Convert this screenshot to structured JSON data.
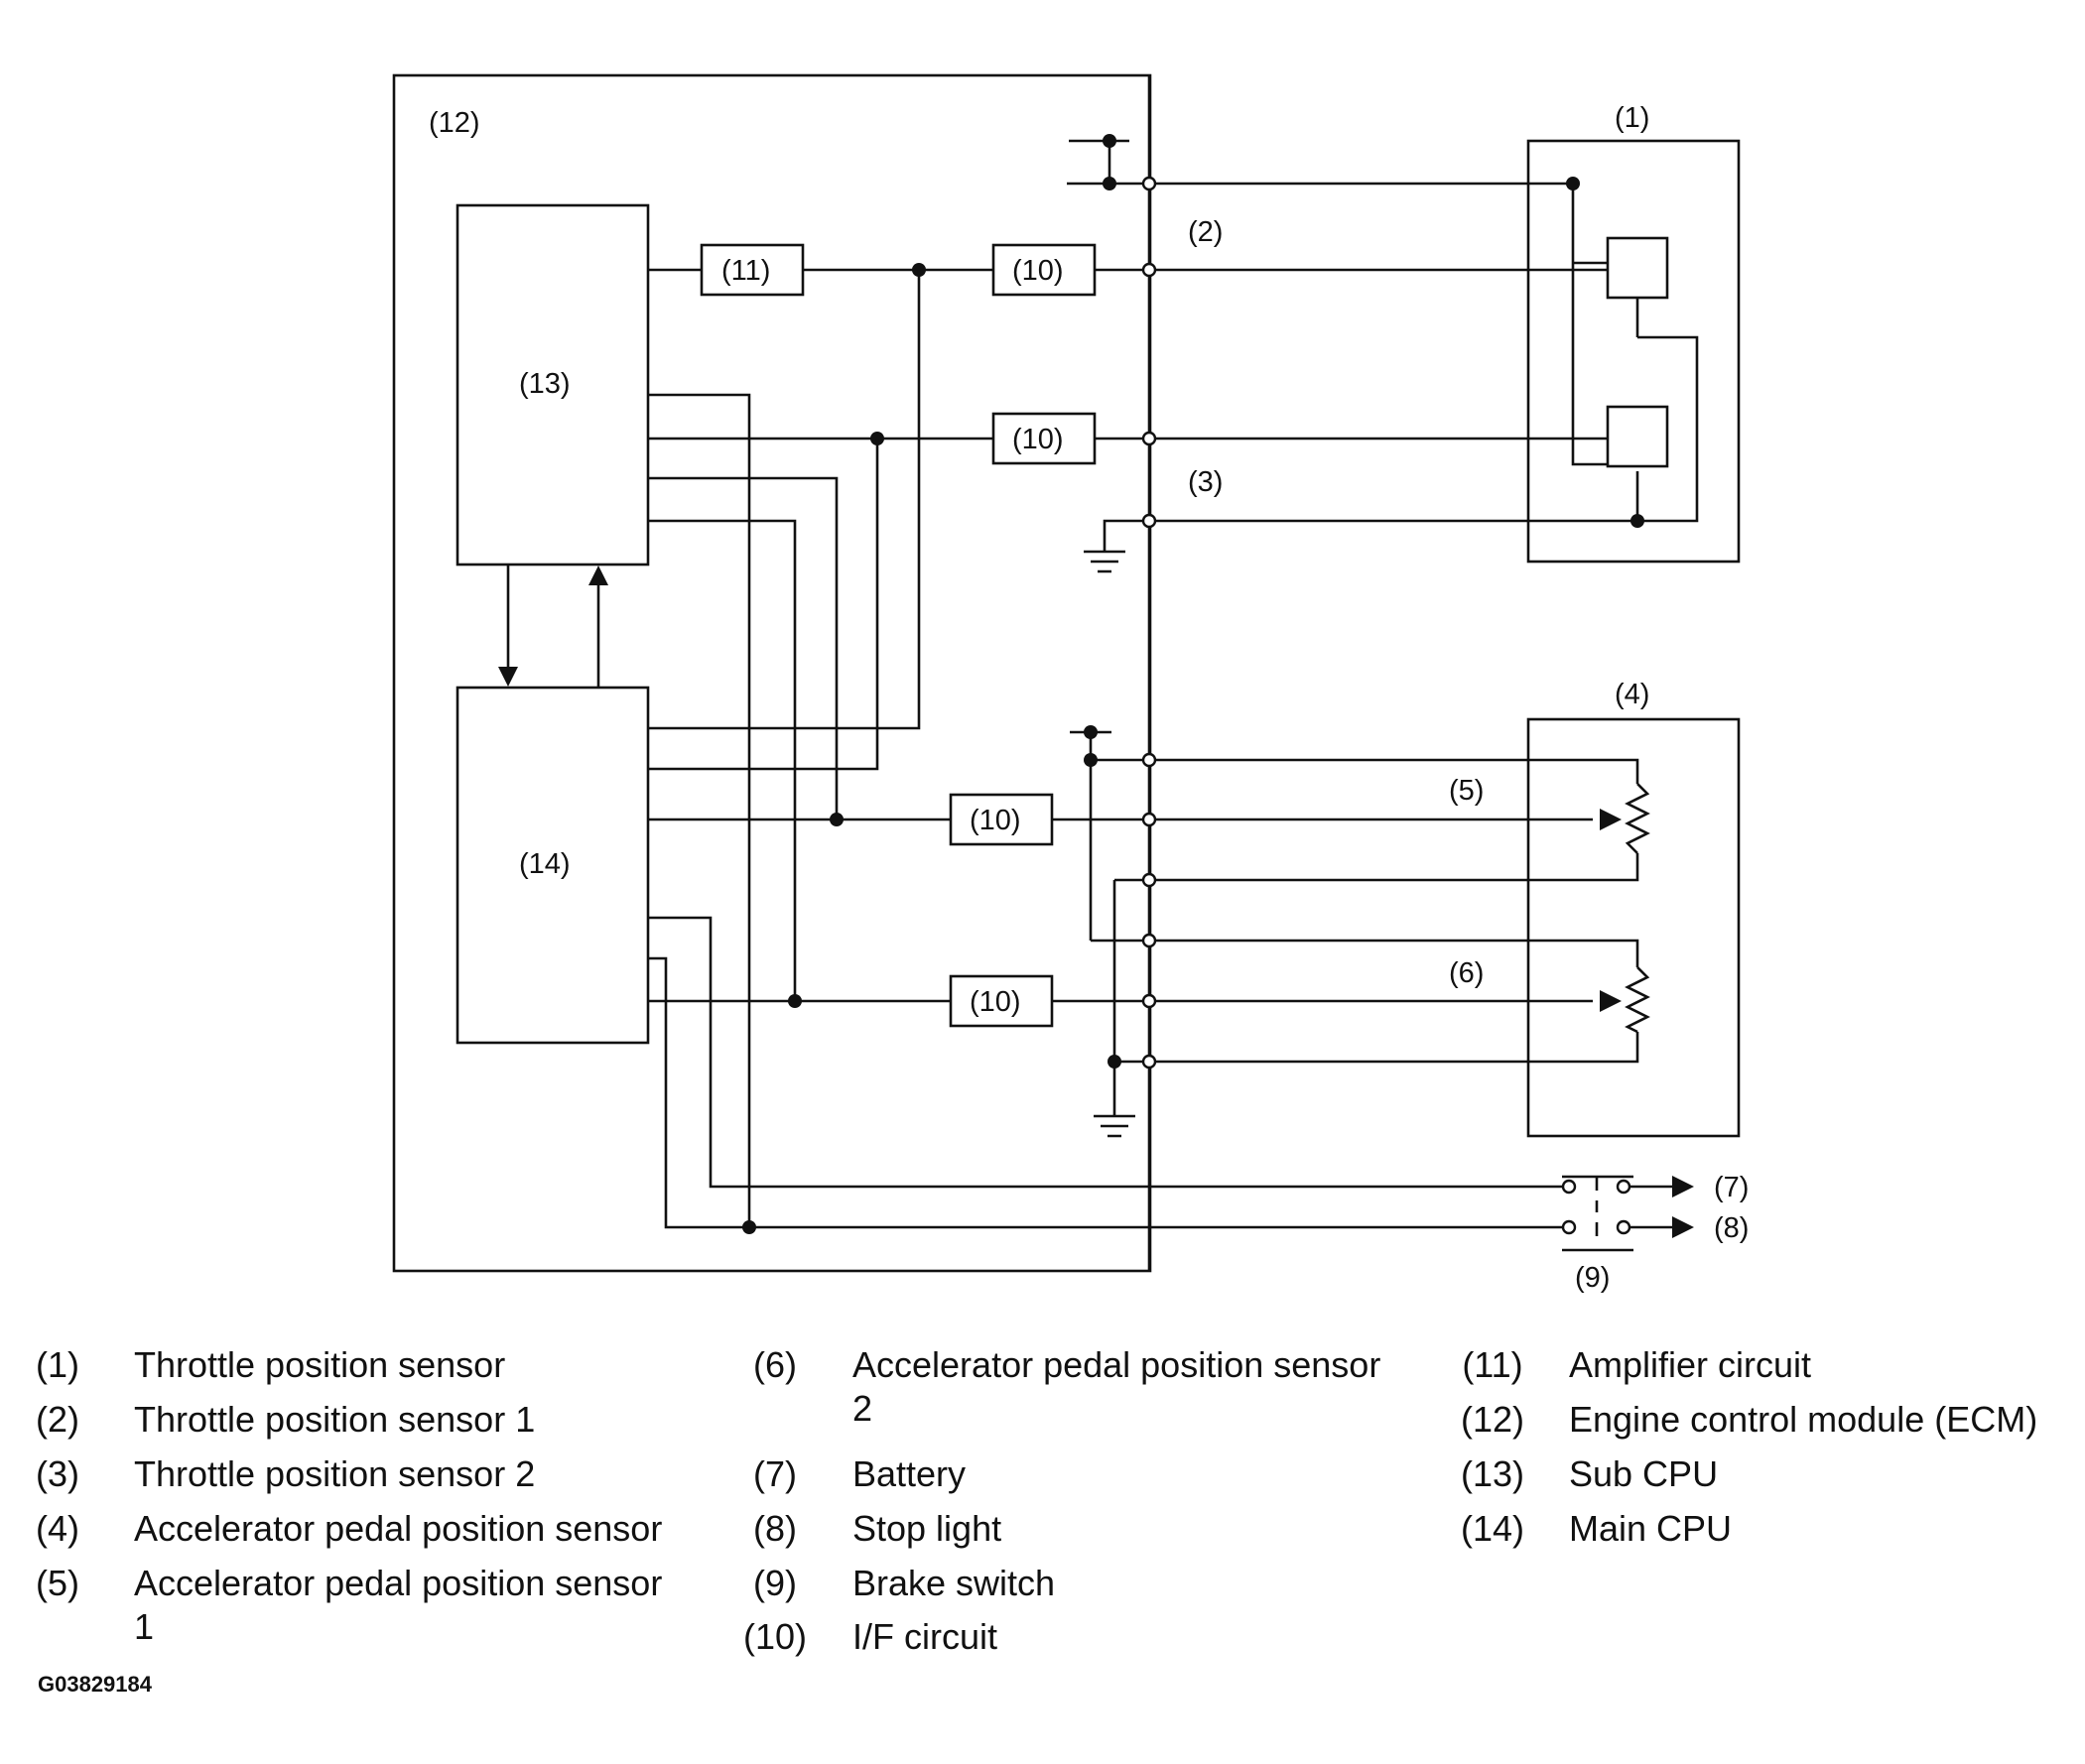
{
  "diagram": {
    "callouts": {
      "c1": "(1)",
      "c2": "(2)",
      "c3": "(3)",
      "c4": "(4)",
      "c5": "(5)",
      "c6": "(6)",
      "c7": "(7)",
      "c8": "(8)",
      "c9": "(9)",
      "c12": "(12)",
      "c13": "(13)",
      "c14": "(14)"
    },
    "blocks": {
      "amplifier": "(11)",
      "if_tps1": "(10)",
      "if_tps2": "(10)",
      "if_apps1": "(10)",
      "if_apps2": "(10)"
    }
  },
  "legend": {
    "items": [
      {
        "num": "(1)",
        "label": "Throttle position sensor"
      },
      {
        "num": "(2)",
        "label": "Throttle position sensor 1"
      },
      {
        "num": "(3)",
        "label": "Throttle position sensor 2"
      },
      {
        "num": "(4)",
        "label": "Accelerator pedal position sensor"
      },
      {
        "num": "(5)",
        "label": "Accelerator pedal position sensor",
        "label2": "1"
      },
      {
        "num": "(6)",
        "label": "Accelerator pedal position sensor",
        "label2": "2"
      },
      {
        "num": "(7)",
        "label": "Battery"
      },
      {
        "num": "(8)",
        "label": "Stop light"
      },
      {
        "num": "(9)",
        "label": "Brake switch"
      },
      {
        "num": "(10)",
        "label": "I/F circuit"
      },
      {
        "num": "(11)",
        "label": "Amplifier circuit"
      },
      {
        "num": "(12)",
        "label": "Engine control module (ECM)"
      },
      {
        "num": "(13)",
        "label": "Sub CPU"
      },
      {
        "num": "(14)",
        "label": "Main CPU"
      }
    ]
  },
  "figure_code": "G03829184"
}
